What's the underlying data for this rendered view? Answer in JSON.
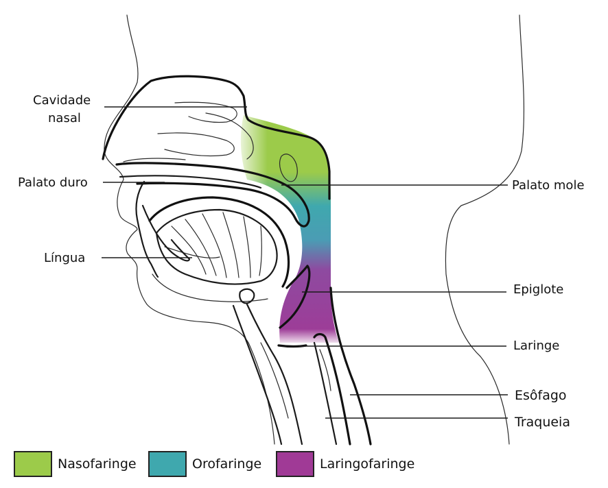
{
  "labels": {
    "nasal_cavity_line1": "Cavidade",
    "nasal_cavity_line2": "nasal",
    "hard_palate": "Palato duro",
    "tongue": "Língua",
    "soft_palate": "Palato mole",
    "epiglottis": "Epiglote",
    "larynx": "Laringe",
    "esophagus": "Esôfago",
    "trachea": "Traqueia"
  },
  "legend": [
    {
      "label": "Nasofaringe",
      "color": "#9ccb4a"
    },
    {
      "label": "Orofaringe",
      "color": "#3fa8ae"
    },
    {
      "label": "Laringofaringe",
      "color": "#a03a96"
    }
  ],
  "colors": {
    "nasopharynx": "#9ccb4a",
    "oropharynx": "#3fa8ae",
    "laryngopharynx": "#a03a96"
  }
}
